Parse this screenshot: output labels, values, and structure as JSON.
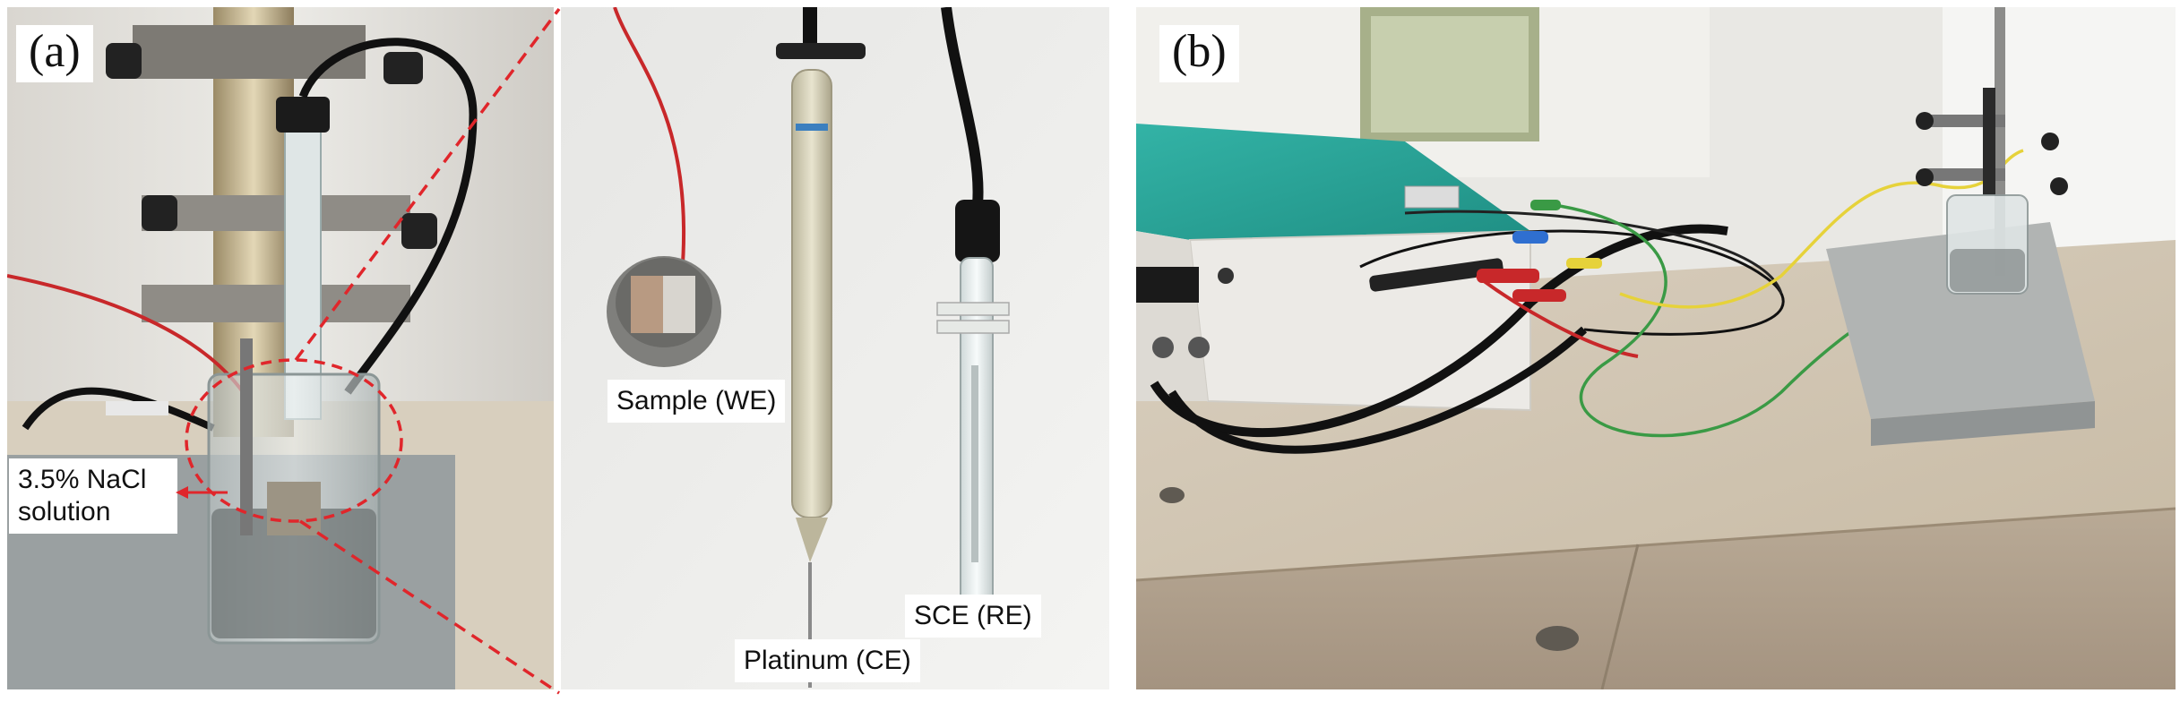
{
  "panels": {
    "a": {
      "label": "(a)",
      "annotations": {
        "electrolyte": "3.5% NaCl solution",
        "working_electrode": "Sample (WE)",
        "counter_electrode": "Platinum (CE)",
        "reference_electrode": "SCE (RE)"
      }
    },
    "b": {
      "label": "(b)"
    }
  },
  "colors": {
    "zoom_lines": "#e0262b",
    "instrument_top": "#2aa79b",
    "instrument_body": "#eceae6",
    "bench": "#cfc4b3",
    "wire_red": "#c8282a",
    "wire_yellow": "#e6d23a",
    "wire_green": "#3a9a45",
    "wire_blue": "#2f6fd0"
  }
}
